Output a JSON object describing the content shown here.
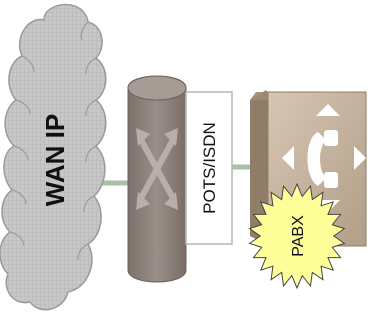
{
  "cloud": {
    "label": "WAN IP"
  },
  "link": {
    "label": "POTS/ISDN"
  },
  "pabx": {
    "label": "PABX"
  },
  "colors": {
    "cloud_fill": "#bfbfbf",
    "cloud_grid": "#a8a8a8",
    "router_top": "#a79b95",
    "router_body": "#8b7e79",
    "pbx_fill": "#c4b29e",
    "pbx_dark": "#8f7d68",
    "starburst": "#ffff99",
    "link_line": "#a9bfa8"
  }
}
